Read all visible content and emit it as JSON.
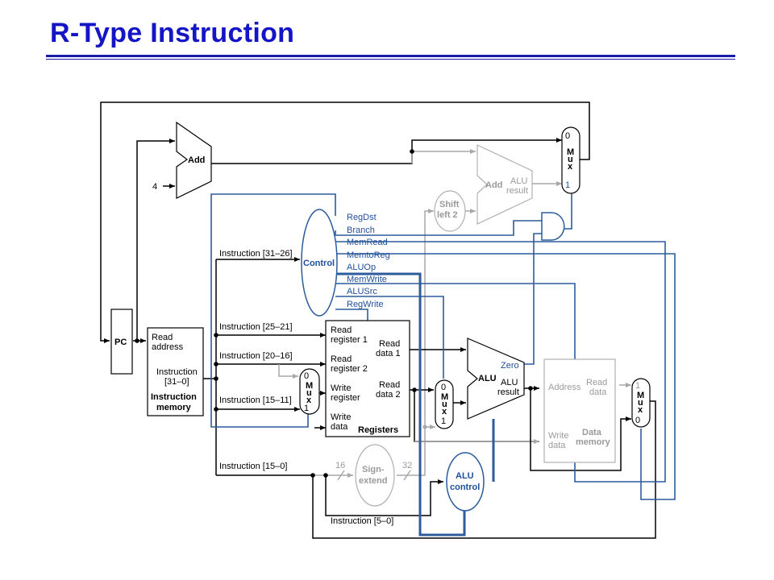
{
  "slide": {
    "title": "R-Type Instruction"
  },
  "labels": {
    "add_top": "Add",
    "const_four": "4",
    "pc": "PC",
    "imem": {
      "read": "Read",
      "address": "address",
      "instruction": "Instruction",
      "bits": "[31–0]",
      "name1": "Instruction",
      "name2": "memory"
    },
    "instr_31_26": "Instruction [31–26]",
    "instr_25_21": "Instruction [25–21]",
    "instr_20_16": "Instruction [20–16]",
    "instr_15_11": "Instruction [15–11]",
    "instr_15_0": "Instruction [15–0]",
    "instr_5_0": "Instruction [5–0]",
    "control": "Control",
    "signals": [
      "RegDst",
      "Branch",
      "MemRead",
      "MemtoReg",
      "ALUOp",
      "MemWrite",
      "ALUSrc",
      "RegWrite"
    ],
    "regs": {
      "rr1a": "Read",
      "rr1b": "register 1",
      "rr2a": "Read",
      "rr2b": "register 2",
      "wra": "Write",
      "wrb": "register",
      "wda": "Write",
      "wdb": "data",
      "rd1a": "Read",
      "rd1b": "data 1",
      "rd2a": "Read",
      "rd2b": "data 2",
      "name": "Registers"
    },
    "mux": {
      "m": "M",
      "u": "u",
      "x": "x",
      "zero": "0",
      "one": "1"
    },
    "shift": {
      "a": "Shift",
      "b": "left 2"
    },
    "add_branch": {
      "add": "Add",
      "alu": "ALU",
      "result": "result"
    },
    "alu": {
      "name": "ALU",
      "zero": "Zero",
      "alu": "ALU",
      "result": "result"
    },
    "dmem": {
      "address": "Address",
      "read": "Read",
      "data": "data",
      "write": "Write",
      "wdata": "data",
      "name1": "Data",
      "name2": "memory"
    },
    "sign_ext": {
      "a": "Sign-",
      "b": "extend",
      "in_w": "16",
      "out_w": "32"
    },
    "alu_control": {
      "a": "ALU",
      "b": "control"
    }
  }
}
